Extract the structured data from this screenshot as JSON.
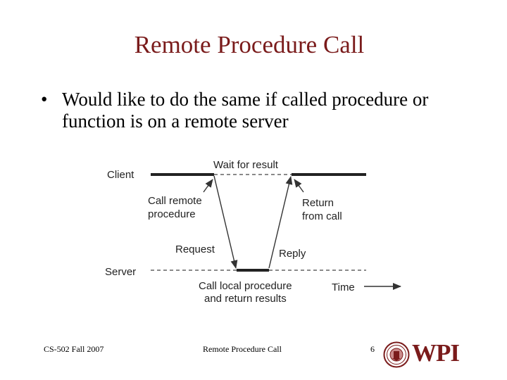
{
  "slide": {
    "title": "Remote Procedure Call",
    "bullet_symbol": "•",
    "bullet_text": "Would like to do the same if called procedure or function is on a remote server"
  },
  "diagram": {
    "client_label": "Client",
    "server_label": "Server",
    "wait_label": "Wait for result",
    "call_remote_line1": "Call remote",
    "call_remote_line2": "procedure",
    "return_line1": "Return",
    "return_line2": "from call",
    "request_label": "Request",
    "reply_label": "Reply",
    "call_local_line1": "Call local procedure",
    "call_local_line2": "and return results",
    "time_label": "Time"
  },
  "footer": {
    "course": "CS-502 Fall 2007",
    "topic": "Remote Procedure Call",
    "page_number": "6",
    "logo_text": "WPI"
  }
}
